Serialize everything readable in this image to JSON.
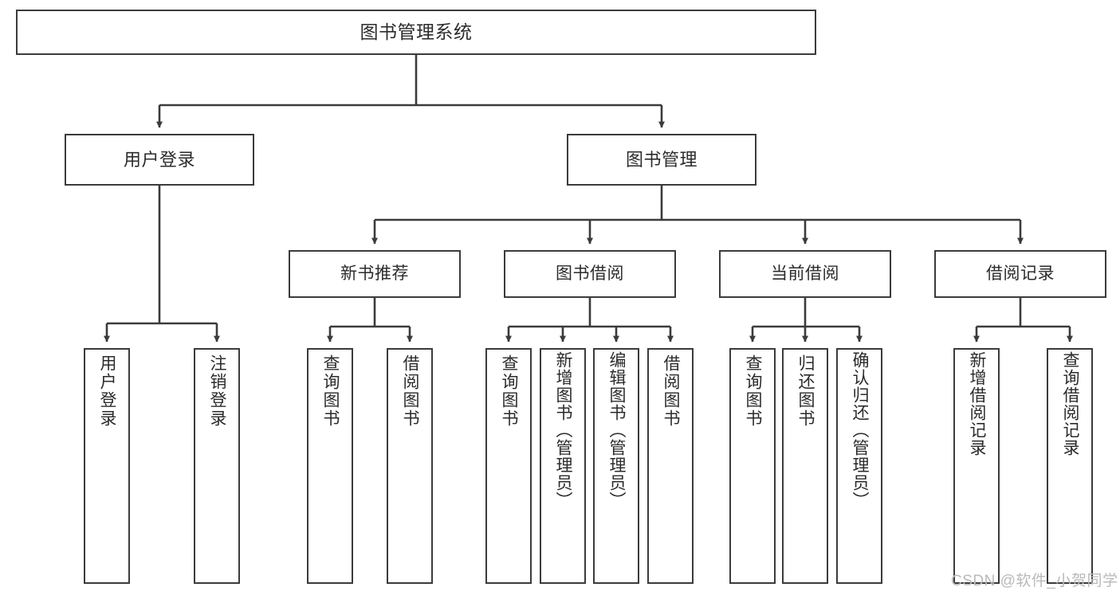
{
  "diagram": {
    "type": "tree",
    "title": "图书管理系统",
    "root": {
      "label": "图书管理系统"
    },
    "level1": [
      {
        "label": "用户登录"
      },
      {
        "label": "图书管理"
      }
    ],
    "level2": [
      {
        "label": "新书推荐"
      },
      {
        "label": "图书借阅"
      },
      {
        "label": "当前借阅"
      },
      {
        "label": "借阅记录"
      }
    ],
    "leaves": {
      "user_login": [
        {
          "label": "用户登录"
        },
        {
          "label": "注销登录"
        }
      ],
      "new_book": [
        {
          "label": "查询图书"
        },
        {
          "label": "借阅图书"
        }
      ],
      "book_borrow": [
        {
          "label": "查询图书"
        },
        {
          "label": "新增图书（管理员）"
        },
        {
          "label": "编辑图书（管理员）"
        },
        {
          "label": "借阅图书"
        }
      ],
      "current_borrow": [
        {
          "label": "查询图书"
        },
        {
          "label": "归还图书"
        },
        {
          "label": "确认归还（管理员）"
        }
      ],
      "borrow_record": [
        {
          "label": "新增借阅记录"
        },
        {
          "label": "查询借阅记录"
        }
      ]
    }
  },
  "watermark": {
    "text": "CSDN @软件_小贺同学"
  },
  "colors": {
    "border": "#3b3b3b",
    "text": "#2b2b2b",
    "background": "#ffffff",
    "watermark": "#b9b9b9"
  }
}
